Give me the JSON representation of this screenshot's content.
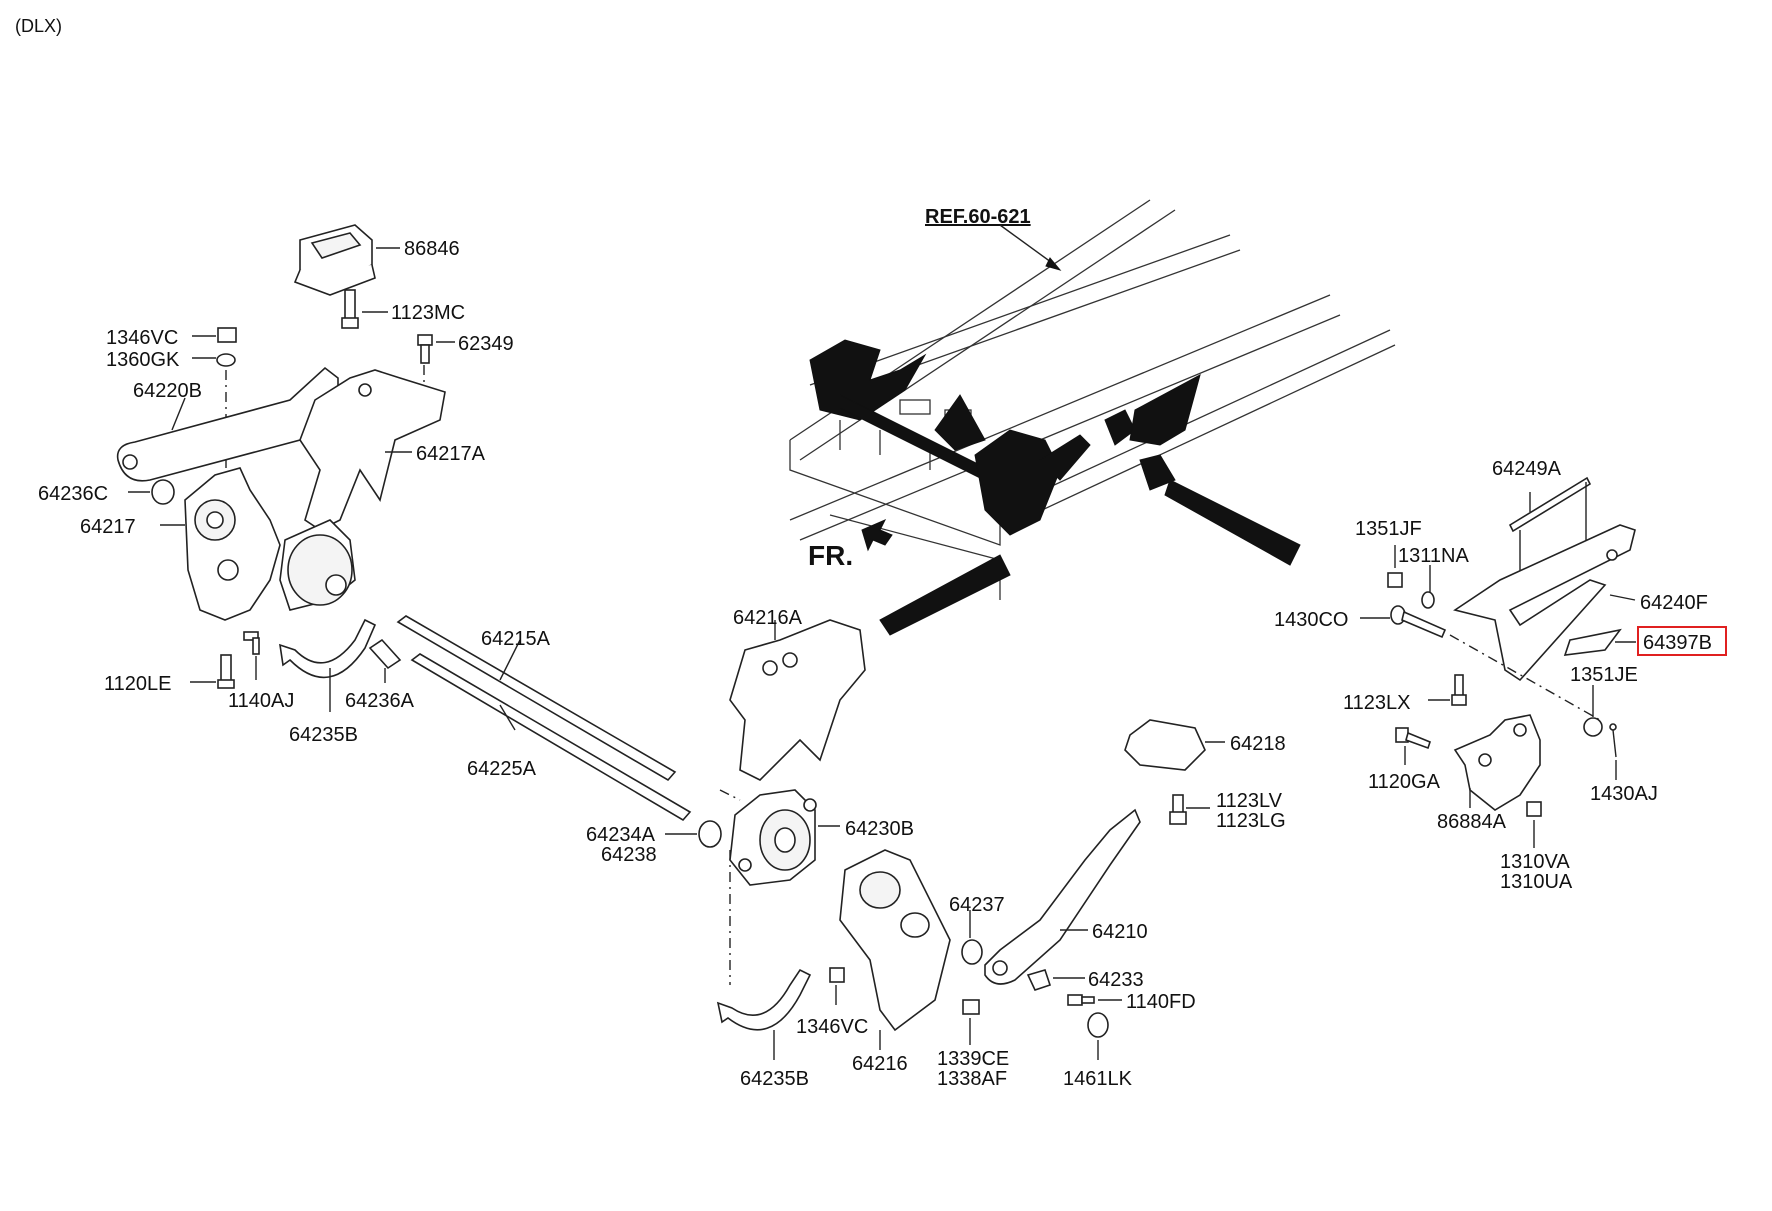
{
  "header": {
    "variant": "(DLX)"
  },
  "reference": {
    "label": "REF.60-621"
  },
  "direction": {
    "label": "FR."
  },
  "highlight_color": "#e02020",
  "highlighted_part": "64397B",
  "parts": {
    "p86846": "86846",
    "p1123MC": "1123MC",
    "p1346VC_a": "1346VC",
    "p1360GK": "1360GK",
    "p62349": "62349",
    "p64220B": "64220B",
    "p64217A": "64217A",
    "p64236C": "64236C",
    "p64217": "64217",
    "p64215A": "64215A",
    "p1120LE": "1120LE",
    "p1140AJ": "1140AJ",
    "p64236A": "64236A",
    "p64235B_a": "64235B",
    "p64225A": "64225A",
    "p64216A": "64216A",
    "p64234A": "64234A",
    "p64238": "64238",
    "p64230B": "64230B",
    "p64237": "64237",
    "p64210": "64210",
    "p64233": "64233",
    "p1140FD": "1140FD",
    "p1346VC_b": "1346VC",
    "p64216": "64216",
    "p1339CE": "1339CE",
    "p1338AF": "1338AF",
    "p1461LK": "1461LK",
    "p64235B_b": "64235B",
    "p64218": "64218",
    "p1123LV": "1123LV",
    "p1123LG": "1123LG",
    "p64249A": "64249A",
    "p1351JF": "1351JF",
    "p1311NA": "1311NA",
    "p1430CO": "1430CO",
    "p64240F": "64240F",
    "p64397B": "64397B",
    "p1123LX": "1123LX",
    "p1351JE": "1351JE",
    "p1120GA": "1120GA",
    "p86884A": "86884A",
    "p1430AJ": "1430AJ",
    "p1310VA": "1310VA",
    "p1310UA": "1310UA"
  }
}
